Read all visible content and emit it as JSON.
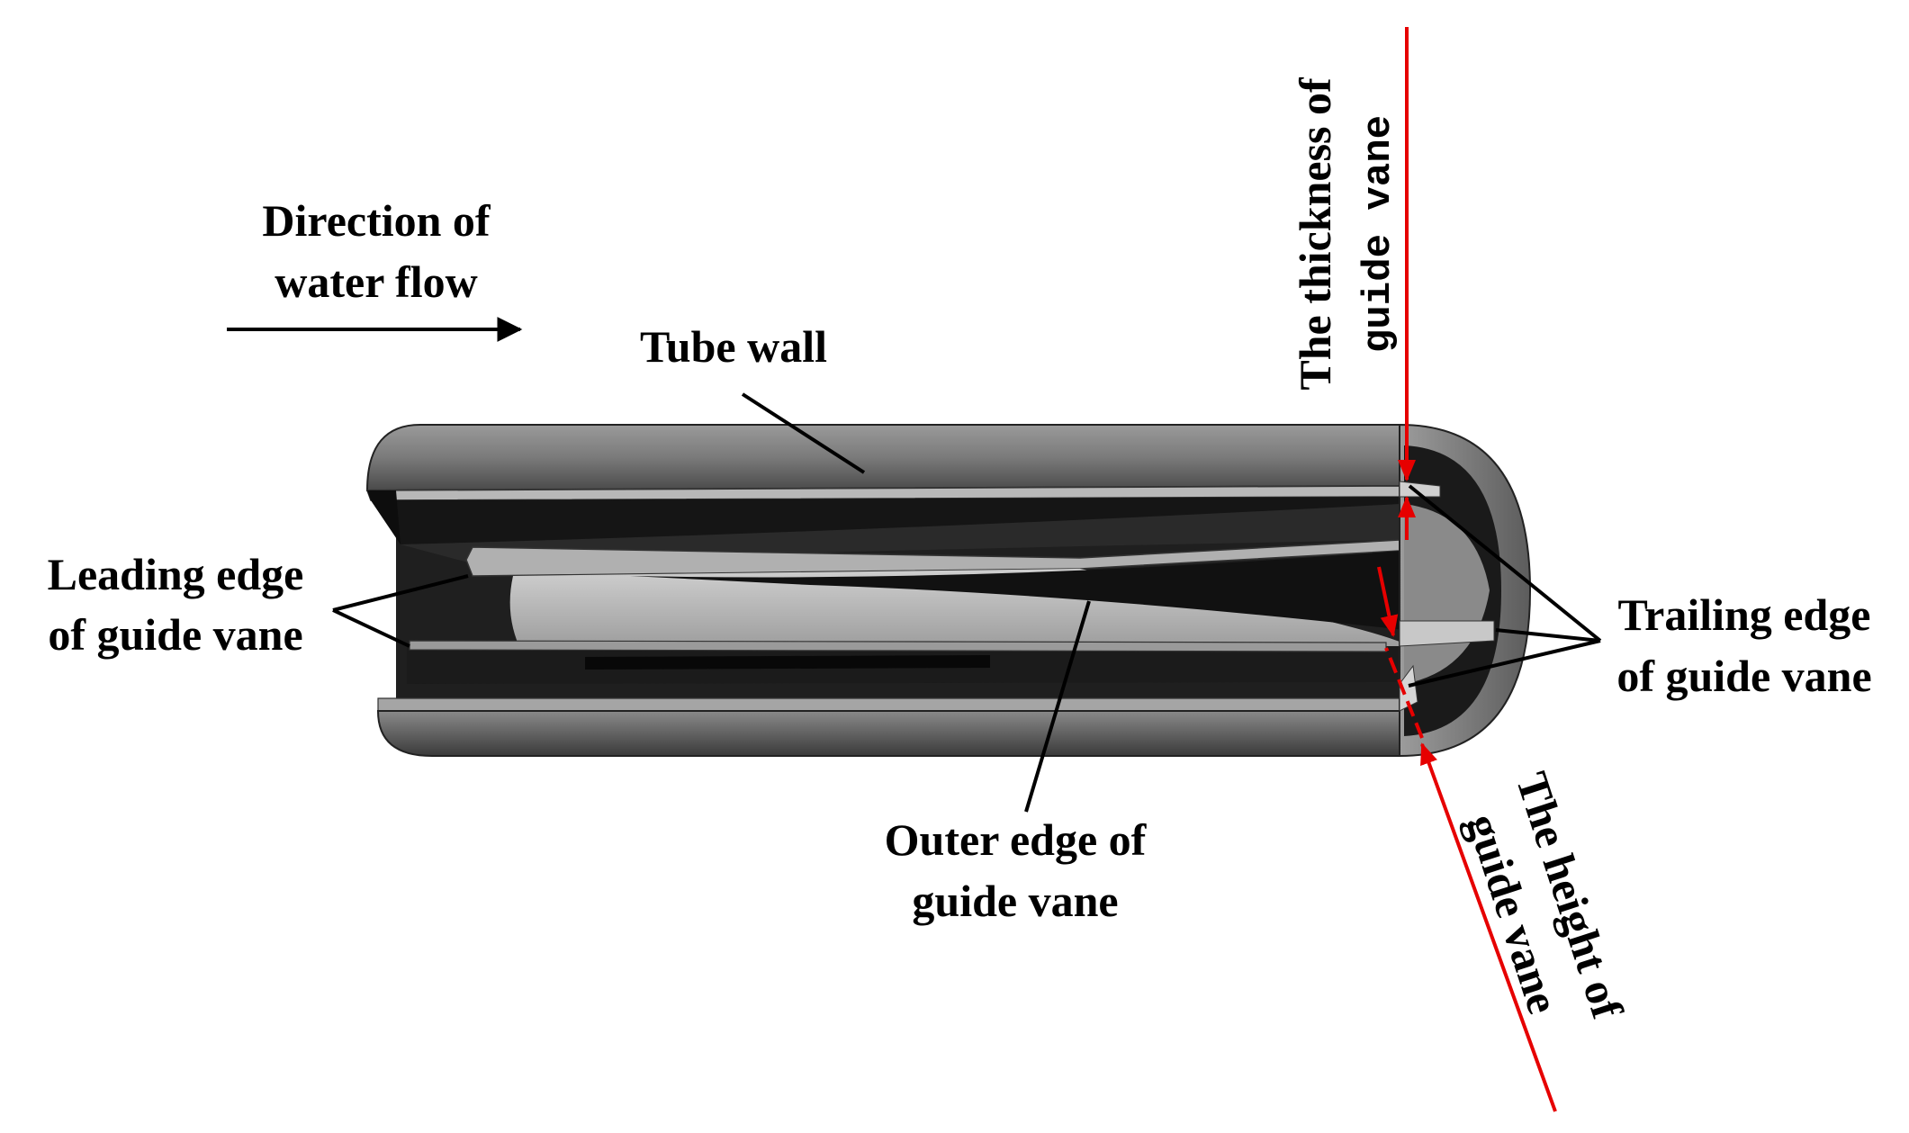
{
  "labels": {
    "flow_direction": [
      "Direction of",
      "water flow"
    ],
    "tube_wall": "Tube wall",
    "leading_edge": [
      "Leading edge",
      "of guide vane"
    ],
    "outer_edge": [
      "Outer edge of",
      "guide vane"
    ],
    "trailing_edge": [
      "Trailing edge",
      "of guide vane"
    ],
    "thickness": [
      "The thickness of",
      "guide vane"
    ],
    "height": [
      "The height of",
      "guide vane"
    ]
  },
  "colors": {
    "annotation_line": "#000000",
    "dimension_line": "#e60000",
    "tube_dark": "#1f1f1f",
    "tube_mid": "#6e6e6e",
    "tube_light": "#a9a9a9",
    "vane_light": "#c4c4c4"
  }
}
